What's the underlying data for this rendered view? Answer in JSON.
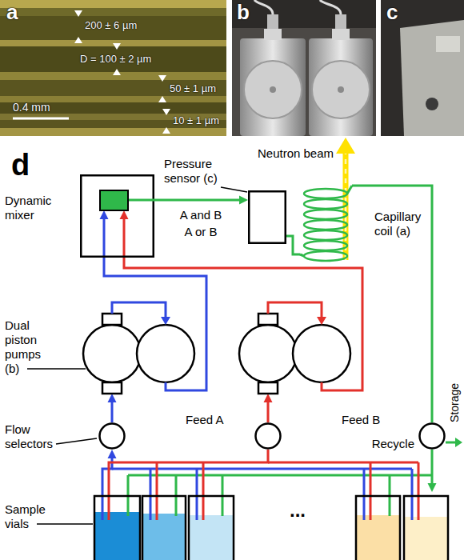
{
  "diagram": {
    "nodes": [
      {
        "text": [
          "Dynamic mixer"
        ]
      },
      {
        "text": [
          "Pressure sensor (c)"
        ]
      },
      {
        "text": [
          "Capillary coil (a)"
        ]
      },
      {
        "text": [
          "Dual piston pumps (b)",
          "Feed A"
        ]
      },
      {
        "text": [
          "Feed B"
        ]
      },
      {
        "text": [
          "Flow selectors"
        ]
      },
      {
        "text": [
          "Storage"
        ]
      },
      {
        "text": [
          "Sample vials"
        ]
      }
    ],
    "edges": [
      {
        "from": 0,
        "to": 1,
        "arrow": "to",
        "label": "A and B"
      },
      {
        "from": 1,
        "to": 2,
        "arrow": "none"
      },
      {
        "from": 2,
        "to": 6,
        "arrow": "none"
      },
      {
        "from": 6,
        "to": 7,
        "arrow": "to",
        "label": "Recycle"
      },
      {
        "from": 3,
        "to": 0,
        "arrow": "to"
      },
      {
        "from": 4,
        "to": 0,
        "arrow": "to"
      },
      {
        "from": 5,
        "to": 3,
        "arrow": "to"
      },
      {
        "from": 7,
        "to": 5,
        "arrow": "to"
      },
      {
        "from": 7,
        "to": 4,
        "arrow": "to"
      }
    ],
    "labels": [
      "a",
      "200 ± 6 µm",
      "D = 100 ± 2 µm",
      "50 ± 1 µm",
      "10 ± 1 µm",
      "0.4 mm",
      "b",
      "c",
      "d",
      "Neutron beam",
      "A or B",
      "..."
    ]
  }
}
